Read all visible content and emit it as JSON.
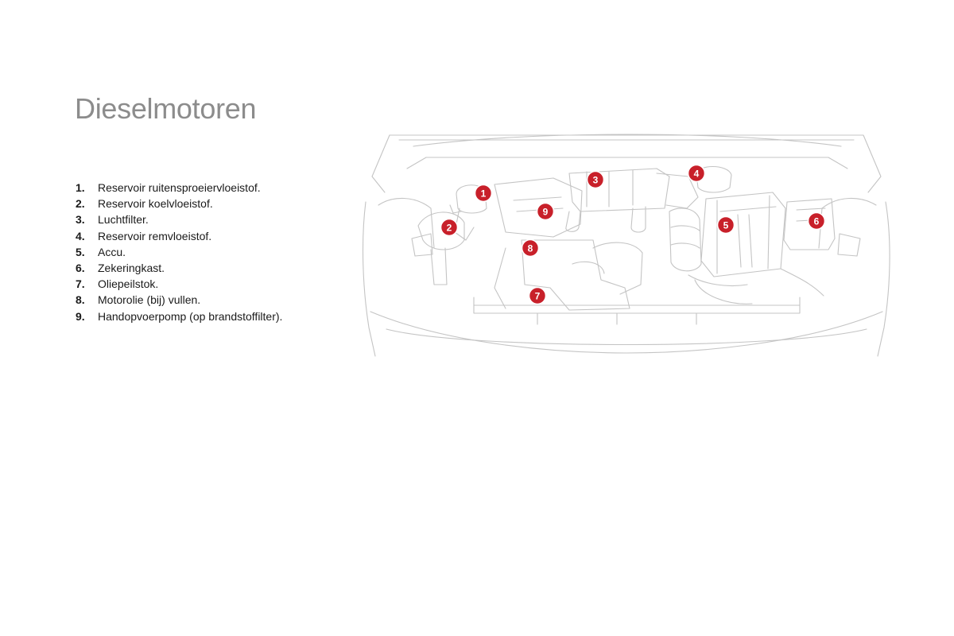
{
  "title": "Dieselmotoren",
  "legend": [
    {
      "num": "1.",
      "text": "Reservoir ruitensproeiervloeistof."
    },
    {
      "num": "2.",
      "text": "Reservoir koelvloeistof."
    },
    {
      "num": "3.",
      "text": "Luchtfilter."
    },
    {
      "num": "4.",
      "text": "Reservoir remvloeistof."
    },
    {
      "num": "5.",
      "text": "Accu."
    },
    {
      "num": "6.",
      "text": "Zekeringkast."
    },
    {
      "num": "7.",
      "text": "Oliepeilstok."
    },
    {
      "num": "8.",
      "text": "Motorolie (bij) vullen."
    },
    {
      "num": "9.",
      "text": "Handopvoerpomp (op brandstoffilter)."
    }
  ],
  "markers": [
    "1",
    "2",
    "3",
    "4",
    "5",
    "6",
    "7",
    "8",
    "9"
  ],
  "colors": {
    "marker": "#c8202a",
    "title": "#8c8c8c",
    "line_art": "#c4c4c4"
  }
}
